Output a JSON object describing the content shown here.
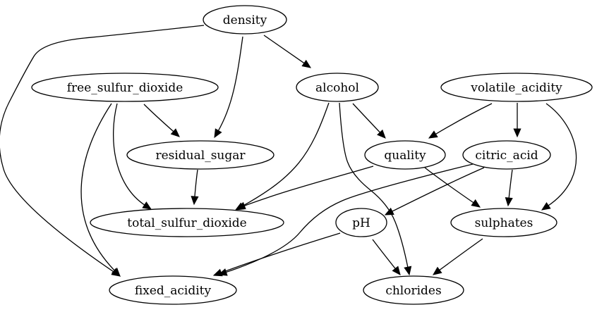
{
  "graph": {
    "nodes": [
      {
        "id": "density",
        "label": "density"
      },
      {
        "id": "alcohol",
        "label": "alcohol"
      },
      {
        "id": "free_sulfur_dioxide",
        "label": "free_sulfur_dioxide"
      },
      {
        "id": "volatile_acidity",
        "label": "volatile_acidity"
      },
      {
        "id": "residual_sugar",
        "label": "residual_sugar"
      },
      {
        "id": "quality",
        "label": "quality"
      },
      {
        "id": "citric_acid",
        "label": "citric_acid"
      },
      {
        "id": "total_sulfur_dioxide",
        "label": "total_sulfur_dioxide"
      },
      {
        "id": "pH",
        "label": "pH"
      },
      {
        "id": "sulphates",
        "label": "sulphates"
      },
      {
        "id": "fixed_acidity",
        "label": "fixed_acidity"
      },
      {
        "id": "chlorides",
        "label": "chlorides"
      }
    ],
    "edges": [
      {
        "from": "density",
        "to": "alcohol"
      },
      {
        "from": "density",
        "to": "residual_sugar"
      },
      {
        "from": "density",
        "to": "fixed_acidity"
      },
      {
        "from": "free_sulfur_dioxide",
        "to": "residual_sugar"
      },
      {
        "from": "free_sulfur_dioxide",
        "to": "total_sulfur_dioxide"
      },
      {
        "from": "free_sulfur_dioxide",
        "to": "fixed_acidity"
      },
      {
        "from": "alcohol",
        "to": "quality"
      },
      {
        "from": "alcohol",
        "to": "total_sulfur_dioxide"
      },
      {
        "from": "alcohol",
        "to": "chlorides"
      },
      {
        "from": "volatile_acidity",
        "to": "quality"
      },
      {
        "from": "volatile_acidity",
        "to": "citric_acid"
      },
      {
        "from": "volatile_acidity",
        "to": "sulphates"
      },
      {
        "from": "residual_sugar",
        "to": "total_sulfur_dioxide"
      },
      {
        "from": "quality",
        "to": "total_sulfur_dioxide"
      },
      {
        "from": "quality",
        "to": "sulphates"
      },
      {
        "from": "citric_acid",
        "to": "pH"
      },
      {
        "from": "citric_acid",
        "to": "sulphates"
      },
      {
        "from": "citric_acid",
        "to": "fixed_acidity"
      },
      {
        "from": "pH",
        "to": "fixed_acidity"
      },
      {
        "from": "pH",
        "to": "chlorides"
      },
      {
        "from": "sulphates",
        "to": "chlorides"
      }
    ]
  }
}
